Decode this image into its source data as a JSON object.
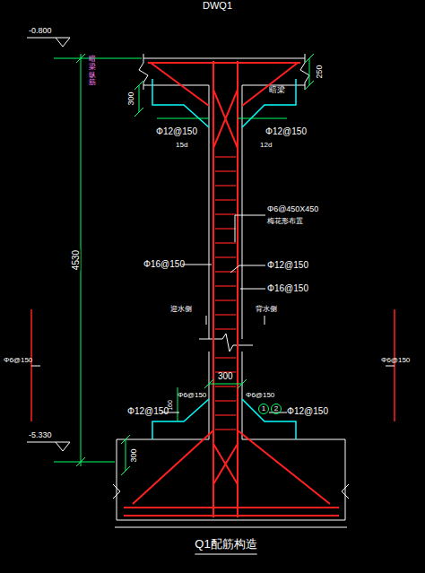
{
  "diagram": {
    "caption": "Q1配筋构造",
    "labels": [
      "DWQ1",
      "-0.800",
      "4530",
      "-5.330",
      "暗梁纵筋",
      "300",
      "Φ12@150",
      "15d",
      "暗梁",
      "250",
      "Φ12@150",
      "12d",
      "Φ6@450X450",
      "梅花形布置",
      "Φ16@150",
      "Φ12@150",
      "Φ16@150",
      "迎水侧",
      "背水侧",
      "300",
      "Φ6@150",
      "Φ6@150",
      "1",
      "2",
      "160",
      "Φ12@150",
      "Φ12@150",
      "300",
      "Φ6@150",
      "Φ6@150"
    ]
  }
}
